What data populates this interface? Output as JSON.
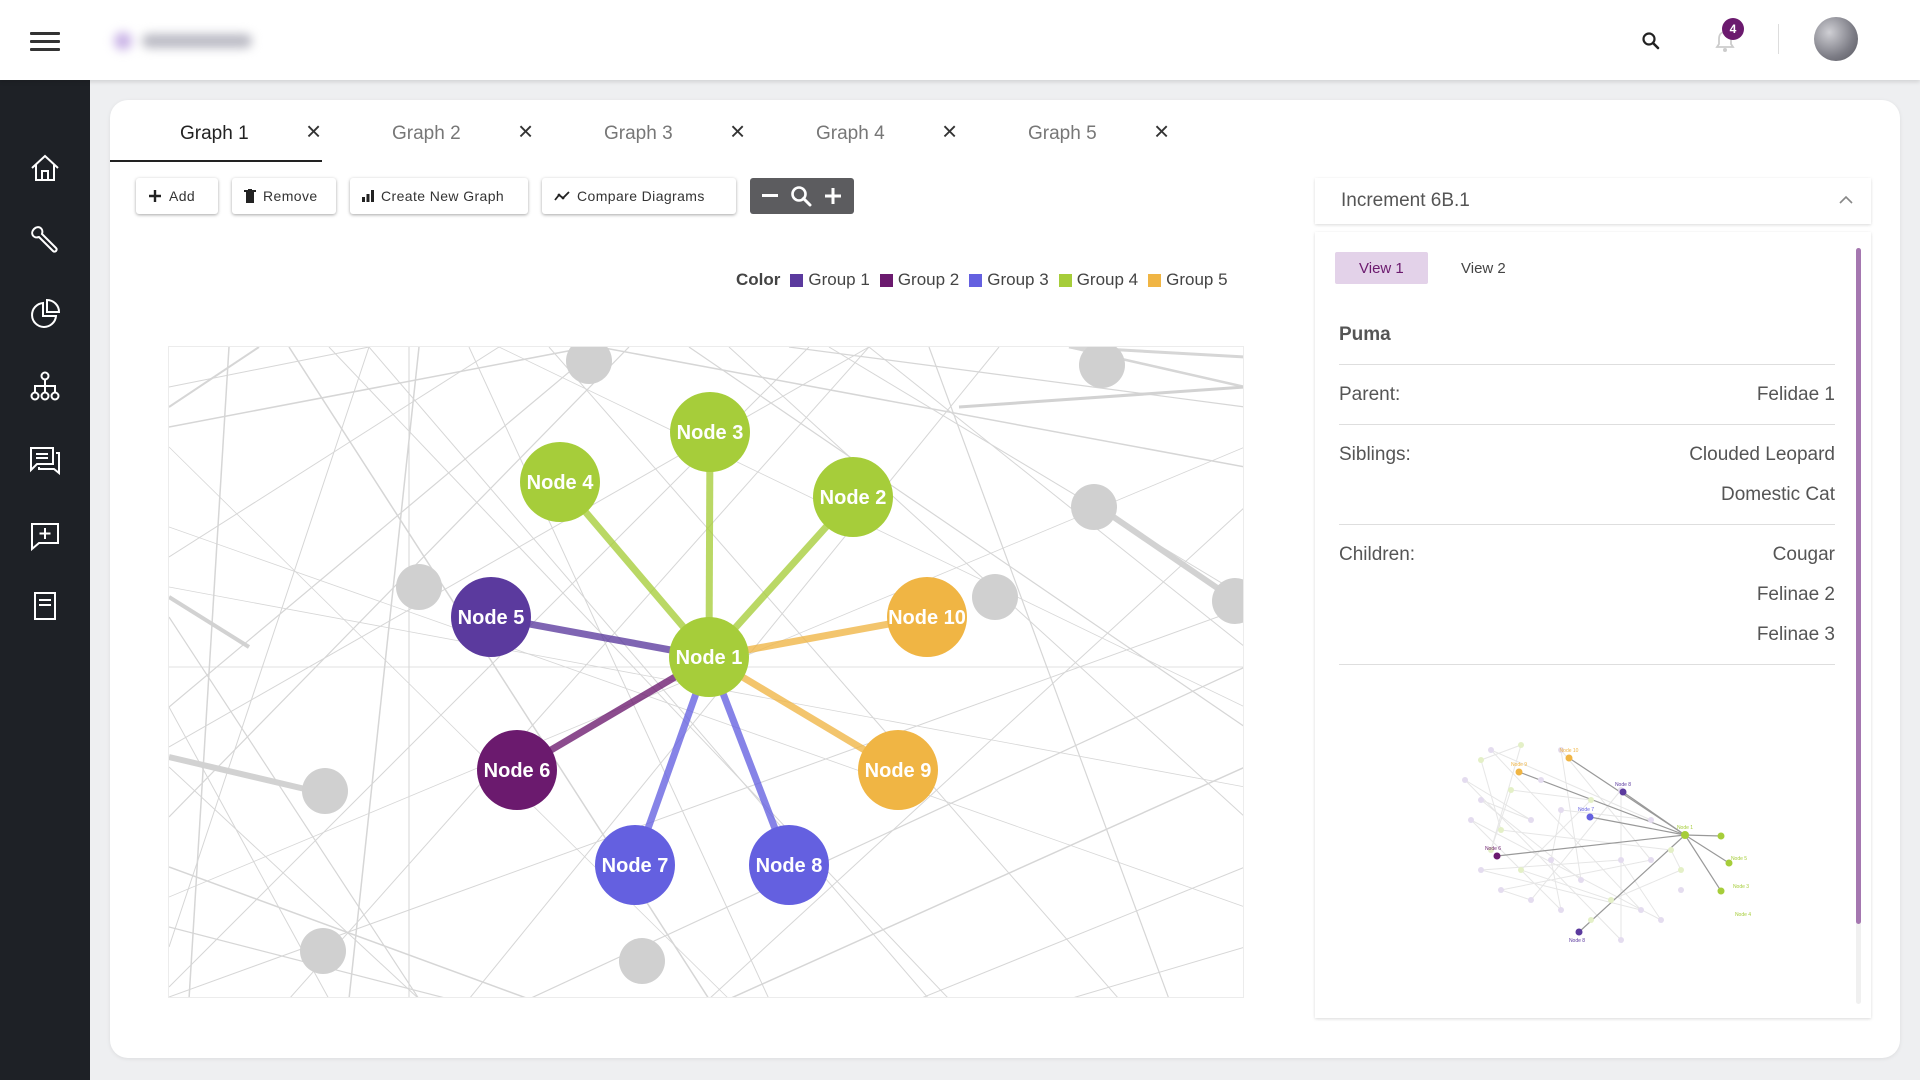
{
  "header": {
    "notification_count": "4",
    "icons": {
      "menu": "hamburger-icon",
      "search": "search-icon",
      "bell": "bell-icon",
      "avatar": "user-avatar"
    }
  },
  "sidebar": {
    "items": [
      {
        "name": "home",
        "icon": "home-icon"
      },
      {
        "name": "tools",
        "icon": "wrench-icon"
      },
      {
        "name": "analytics",
        "icon": "pie-chart-icon"
      },
      {
        "name": "hierarchy",
        "icon": "org-chart-icon"
      },
      {
        "name": "messages",
        "icon": "chat-icon"
      },
      {
        "name": "new-comment",
        "icon": "add-comment-icon"
      },
      {
        "name": "document",
        "icon": "document-icon"
      }
    ]
  },
  "tabs": [
    {
      "label": "Graph 1",
      "active": true
    },
    {
      "label": "Graph 2",
      "active": false
    },
    {
      "label": "Graph 3",
      "active": false
    },
    {
      "label": "Graph 4",
      "active": false
    },
    {
      "label": "Graph 5",
      "active": false
    }
  ],
  "toolbar": {
    "add": "Add",
    "remove": "Remove",
    "create": "Create New Graph",
    "compare": "Compare Diagrams"
  },
  "legend": {
    "title": "Color",
    "groups": [
      {
        "label": "Group 1",
        "color": "#5b3a9e"
      },
      {
        "label": "Group 2",
        "color": "#6b1a6e"
      },
      {
        "label": "Group 3",
        "color": "#6460e0"
      },
      {
        "label": "Group 4",
        "color": "#a6cd3a"
      },
      {
        "label": "Group 5",
        "color": "#f0b544"
      }
    ]
  },
  "graph": {
    "nodes": [
      {
        "label": "Node 1",
        "group": 3
      },
      {
        "label": "Node 2",
        "group": 3
      },
      {
        "label": "Node 3",
        "group": 3
      },
      {
        "label": "Node 4",
        "group": 3
      },
      {
        "label": "Node 5",
        "group": 0
      },
      {
        "label": "Node 6",
        "group": 1
      },
      {
        "label": "Node 7",
        "group": 2
      },
      {
        "label": "Node 8",
        "group": 2
      },
      {
        "label": "Node 9",
        "group": 4
      },
      {
        "label": "Node 10",
        "group": 4
      }
    ]
  },
  "panel": {
    "increment": "Increment 6B.1",
    "view_tabs": [
      "View 1",
      "View 2"
    ],
    "title": "Puma",
    "parent_label": "Parent:",
    "parent_value": "Felidae 1",
    "siblings_label": "Siblings:",
    "siblings": [
      "Clouded Leopard",
      "Domestic Cat"
    ],
    "children_label": "Children:",
    "children": [
      "Cougar",
      "Felinae 2",
      "Felinae 3"
    ],
    "minimap_labels": [
      "Node 10",
      "Node 9",
      "Node 8",
      "Node 7",
      "Node 1",
      "Node 6",
      "Node 5",
      "Node 3",
      "Node 4",
      "Node 8"
    ]
  }
}
